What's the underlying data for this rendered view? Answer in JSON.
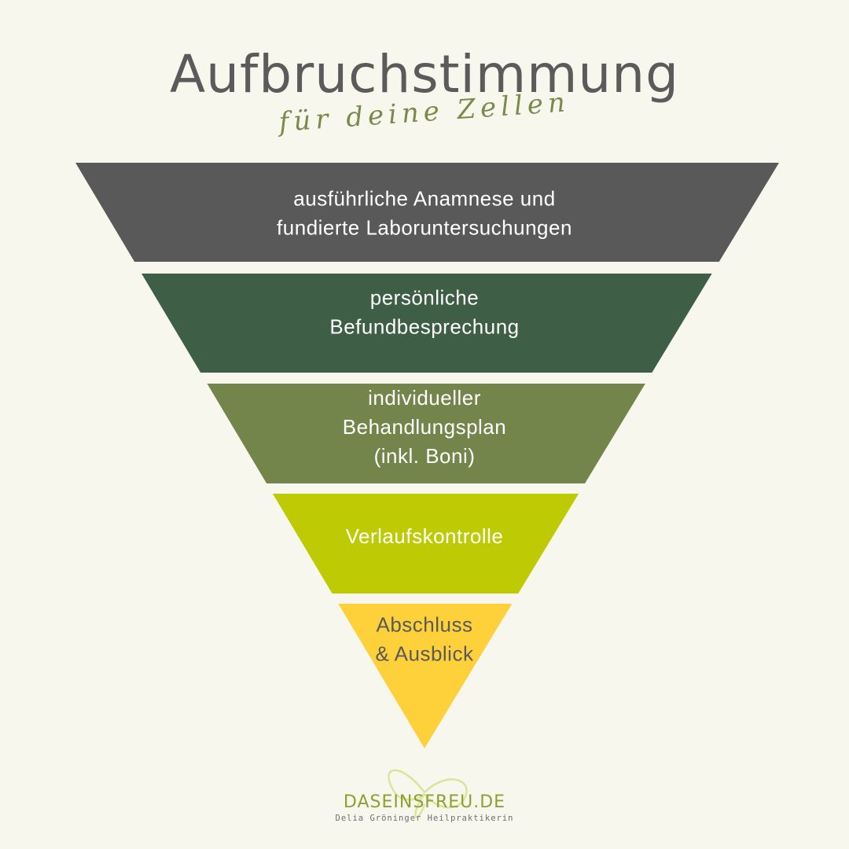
{
  "header": {
    "title": "Aufbruchstimmung",
    "subtitle": "für deine Zellen"
  },
  "funnel": {
    "levels": [
      {
        "lines": [
          "ausführliche Anamnese und",
          "fundierte Laboruntersuchungen"
        ],
        "fill": "#595959",
        "text_color": "#ffffff"
      },
      {
        "lines": [
          "persönliche",
          "Befundbesprechung"
        ],
        "fill": "#3e5e46",
        "text_color": "#ffffff"
      },
      {
        "lines": [
          "individueller",
          "Behandlungsplan",
          "(inkl. Boni)"
        ],
        "fill": "#73854a",
        "text_color": "#ffffff"
      },
      {
        "lines": [
          "Verlaufskontrolle"
        ],
        "fill": "#becb04",
        "text_color": "#ffffff"
      },
      {
        "lines": [
          "Abschluss",
          "& Ausblick"
        ],
        "fill": "#fed13b",
        "text_color": "#595959"
      }
    ]
  },
  "logo": {
    "name": "DASEINSFREU.DE",
    "tagline": "Delia Gröninger  Heilpraktikerin",
    "color": "#8fa033"
  },
  "colors": {
    "background": "#f7f7ee",
    "title": "#5b5b5b",
    "subtitle": "#7a8a4a"
  }
}
